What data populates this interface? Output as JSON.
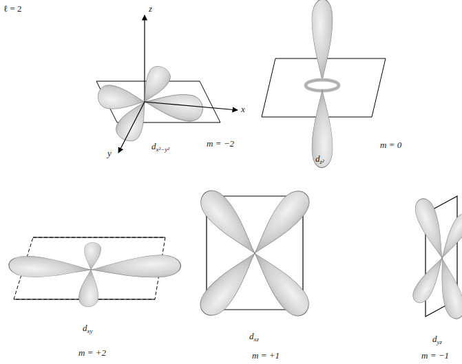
{
  "diagram": {
    "labels": [
      "ℓ = 2",
      "z",
      "x",
      "y",
      "m = −2",
      "dx²−y²",
      "m = 0",
      "dz²",
      "dxy",
      "m = +2",
      "dxz",
      "m = +1",
      "dyz",
      "m = −1"
    ]
  }
}
